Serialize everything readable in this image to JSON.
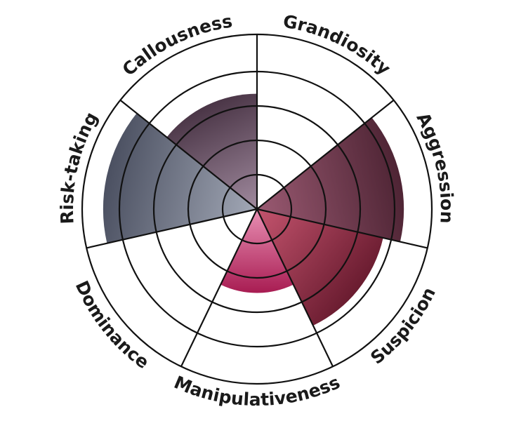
{
  "chart_data": {
    "type": "polar-area",
    "title": "",
    "rings": 5,
    "ylim": [
      0,
      5
    ],
    "grid": true,
    "categories": [
      "Grandiosity",
      "Aggression",
      "Suspicion",
      "Manipulativeness",
      "Dominance",
      "Risk-taking",
      "Callousness"
    ],
    "values": [
      0,
      4.2,
      3.7,
      2.4,
      0,
      4.4,
      3.3
    ],
    "colors": [
      {
        "light": "#ffffff",
        "dark": "#ffffff"
      },
      {
        "light": "#9a5a72",
        "dark": "#4e2434"
      },
      {
        "light": "#c4546e",
        "dark": "#6a1c30"
      },
      {
        "light": "#e990b4",
        "dark": "#a81c52"
      },
      {
        "light": "#ffffff",
        "dark": "#ffffff"
      },
      {
        "light": "#a2a8b6",
        "dark": "#4b5061"
      },
      {
        "light": "#a08a9e",
        "dark": "#4a3546"
      }
    ]
  }
}
